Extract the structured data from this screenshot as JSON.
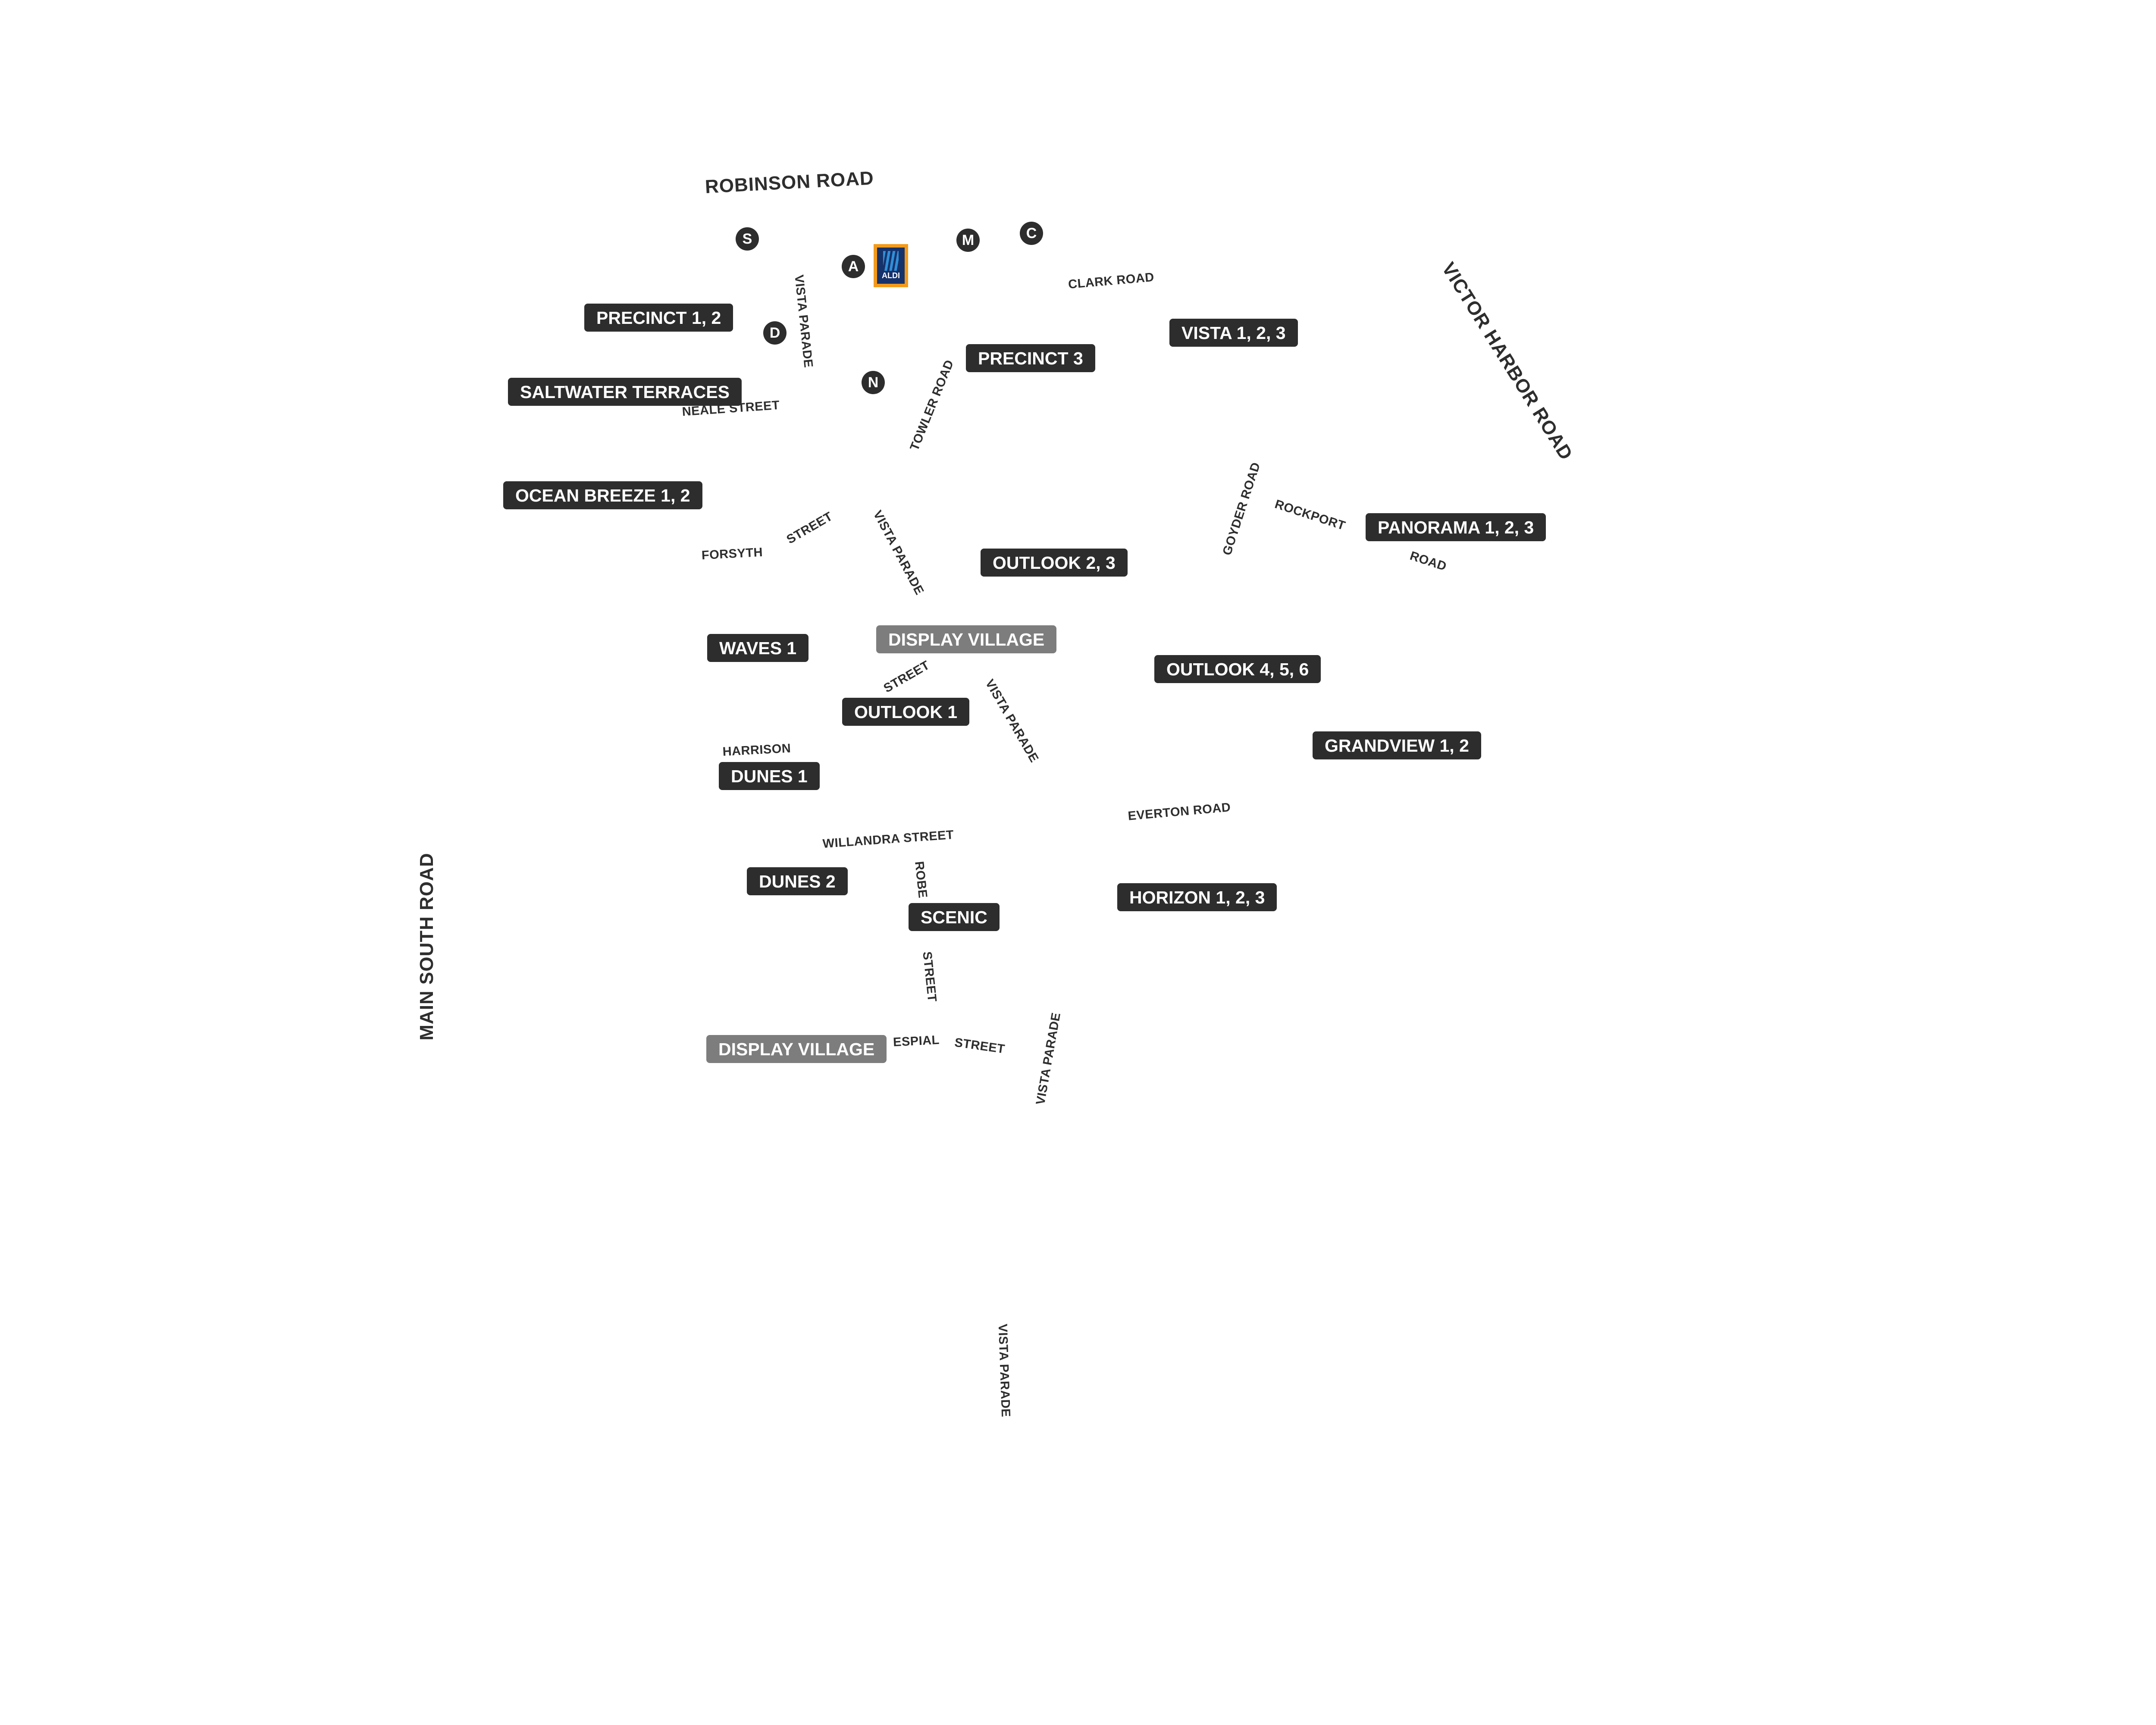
{
  "colors": {
    "background": "#ffffff",
    "stage_label_bg": "#2d2d2d",
    "display_village_bg": "#7d7d7d",
    "label_text": "#ffffff",
    "road_text": "#2e2e2e",
    "aldi_orange": "#f39a1b",
    "aldi_blue": "#16326b"
  },
  "major_roads": {
    "robinson": "ROBINSON ROAD",
    "victor_harbor": "VICTOR HARBOR ROAD",
    "main_south": "MAIN SOUTH ROAD"
  },
  "streets": {
    "clark_road": "CLARK ROAD",
    "vista_parade_top": "VISTA PARADE",
    "neale_street": "NEALE STREET",
    "towler_road": "TOWLER ROAD",
    "forsyth": "FORSYTH",
    "street_forsyth": "STREET",
    "vista_parade_mid": "VISTA PARADE",
    "goyder_road": "GOYDER ROAD",
    "rockport": "ROCKPORT",
    "road_rockport": "ROAD",
    "street_outlook": "STREET",
    "vista_parade_low": "VISTA PARADE",
    "harrison": "HARRISON",
    "everton_road": "EVERTON ROAD",
    "willandra_street": "WILLANDRA STREET",
    "robe": "ROBE",
    "street_robe": "STREET",
    "espial": "ESPIAL",
    "street_espial": "STREET",
    "vista_parade_south": "VISTA PARADE",
    "vista_parade_bottom": "VISTA PARADE"
  },
  "stages": {
    "precinct_1_2": "PRECINCT  1, 2",
    "saltwater_terraces": "SALTWATER TERRACES",
    "precinct_3": "PRECINCT 3",
    "vista_1_2_3": "VISTA 1, 2, 3",
    "ocean_breeze_1_2": "OCEAN BREEZE 1, 2",
    "panorama_1_2_3": "PANORAMA 1, 2, 3",
    "outlook_2_3": "OUTLOOK 2, 3",
    "display_village_1": "DISPLAY VILLAGE",
    "waves_1": "WAVES 1",
    "outlook_4_5_6": "OUTLOOK 4, 5, 6",
    "outlook_1": "OUTLOOK 1",
    "grandview_1_2": "GRANDVIEW 1, 2",
    "dunes_1": "DUNES 1",
    "dunes_2": "DUNES 2",
    "scenic": "SCENIC",
    "horizon_1_2_3": "HORIZON 1, 2, 3",
    "display_village_2": "DISPLAY VILLAGE"
  },
  "poi_markers": {
    "s": "S",
    "a": "A",
    "m": "M",
    "c": "C",
    "d": "D",
    "n": "N"
  },
  "aldi": {
    "text": "ALDI",
    "icon": "aldi-logo-icon"
  }
}
